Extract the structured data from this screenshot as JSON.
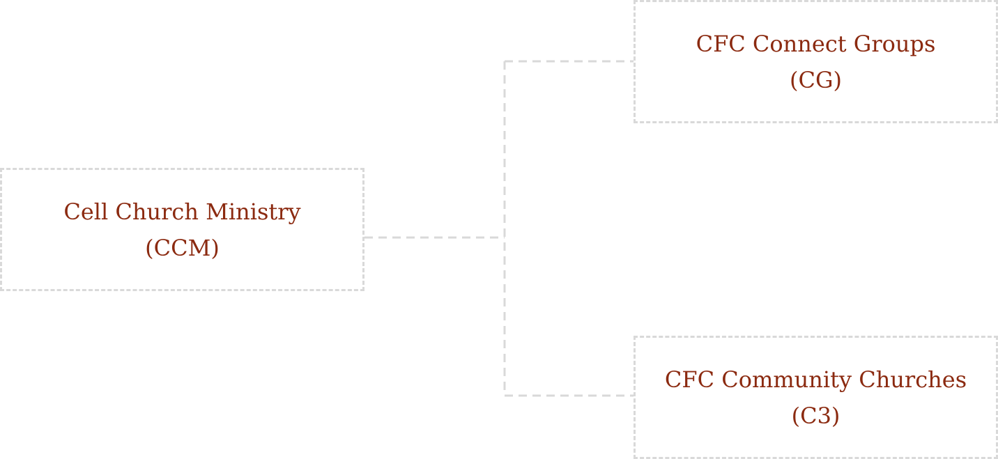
{
  "diagram": {
    "nodes": [
      {
        "id": "ccm",
        "line1": "Cell Church Ministry",
        "line2": "(CCM)"
      },
      {
        "id": "cg",
        "line1": "CFC Connect Groups",
        "line2": "(CG)"
      },
      {
        "id": "c3",
        "line1": "CFC Community Churches",
        "line2": "(C3)"
      }
    ],
    "edges": [
      {
        "from": "ccm",
        "to": "cg"
      },
      {
        "from": "ccm",
        "to": "c3"
      }
    ],
    "colors": {
      "text": "#8b2a10",
      "border": "#d9d9d9",
      "background": "#ffffff"
    }
  }
}
